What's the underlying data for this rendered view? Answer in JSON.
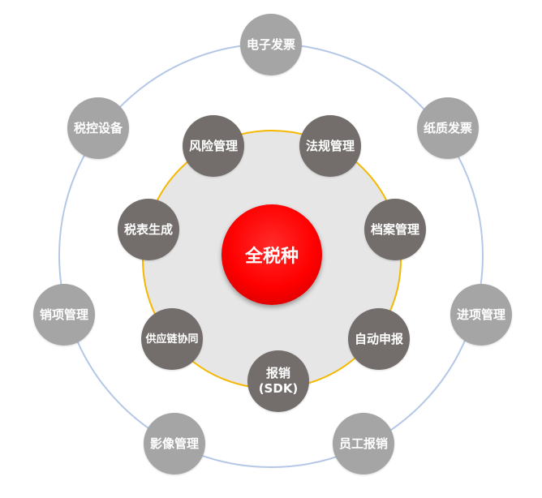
{
  "center": {
    "label": "全税种",
    "color": "#ff0000"
  },
  "inner_nodes": [
    {
      "label": "风险管理"
    },
    {
      "label": "法规管理"
    },
    {
      "label": "档案管理"
    },
    {
      "label": "自动申报"
    },
    {
      "label": "报销",
      "label2": "(SDK)"
    },
    {
      "label": "供应链协同"
    },
    {
      "label": "税表生成"
    }
  ],
  "outer_nodes": [
    {
      "label": "电子发票"
    },
    {
      "label": "纸质发票"
    },
    {
      "label": "进项管理"
    },
    {
      "label": "员工报销"
    },
    {
      "label": "影像管理"
    },
    {
      "label": "销项管理"
    },
    {
      "label": "税控设备"
    }
  ],
  "colors": {
    "outer_ring": "#b4c7e7",
    "inner_ring": "#f5b800",
    "inner_fill": "#e6e6e6",
    "outer_node": "#a5a5a5",
    "inner_node": "#736e6c"
  }
}
